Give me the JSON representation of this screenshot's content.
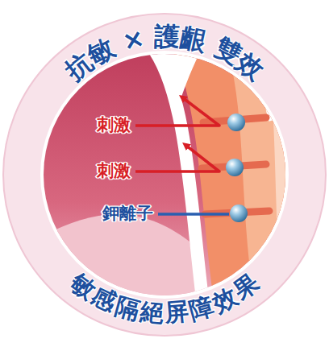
{
  "diagram": {
    "title": "抗敏 × 護齦 雙效",
    "caption": "敏感隔絕屏障效果",
    "labels": [
      "刺激",
      "刺激",
      "鉀離子"
    ]
  }
}
